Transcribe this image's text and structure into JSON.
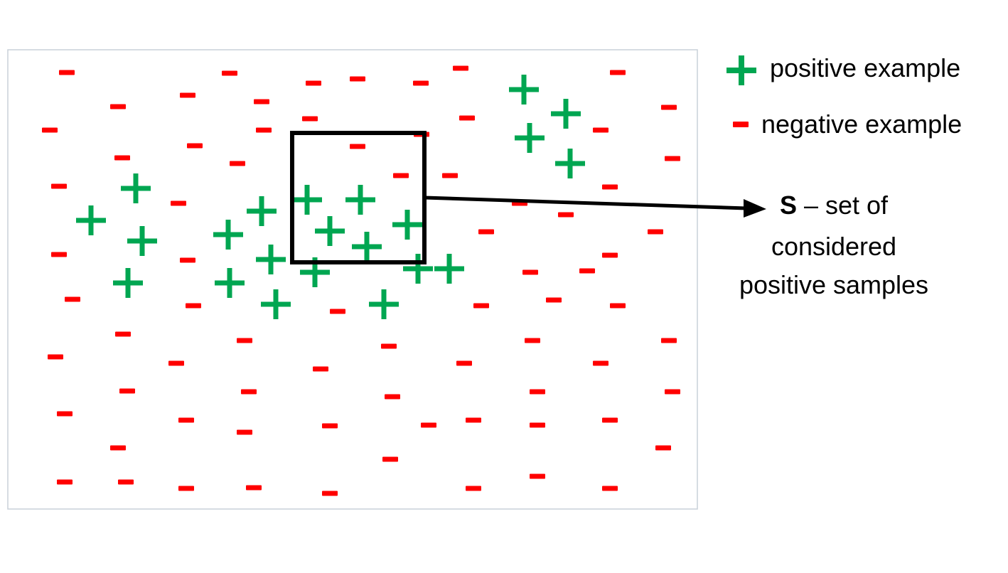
{
  "colors": {
    "positive": "#00a651",
    "negative": "#ff0000",
    "frame": "#c8d0d8",
    "box": "#000000",
    "arrow": "#000000"
  },
  "legend": {
    "positive_label": "positive example",
    "negative_label": "negative example",
    "positive_icon": "plus-icon",
    "negative_icon": "minus-icon"
  },
  "callout": {
    "symbol": "S",
    "line1_rest": " – set of",
    "line2": "considered",
    "line3": "positive samples"
  }
}
